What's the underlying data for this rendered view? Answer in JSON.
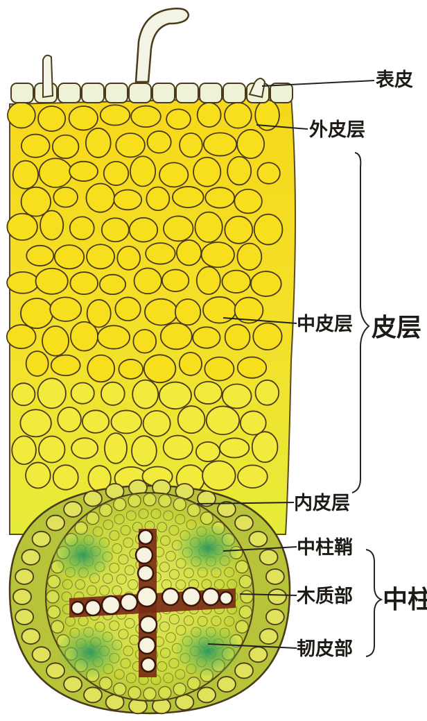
{
  "labels": {
    "epidermis": "表皮",
    "exodermis": "外皮层",
    "cortex_middle": "中皮层",
    "cortex_group": "皮层",
    "endodermis": "内皮层",
    "pericycle": "中柱鞘",
    "xylem": "木质部",
    "stele_group": "中柱",
    "phloem": "韧皮部"
  },
  "colors": {
    "cortex_cell": "#f7df1e",
    "cortex_cell_light": "#f2ea3c",
    "cell_wall": "#4a3a1a",
    "epidermis_cell": "#eef2d6",
    "stele_fill": "#c8d43c",
    "xylem": "#7a2a14",
    "phloem": "#3fae5a",
    "leader": "#222222"
  }
}
